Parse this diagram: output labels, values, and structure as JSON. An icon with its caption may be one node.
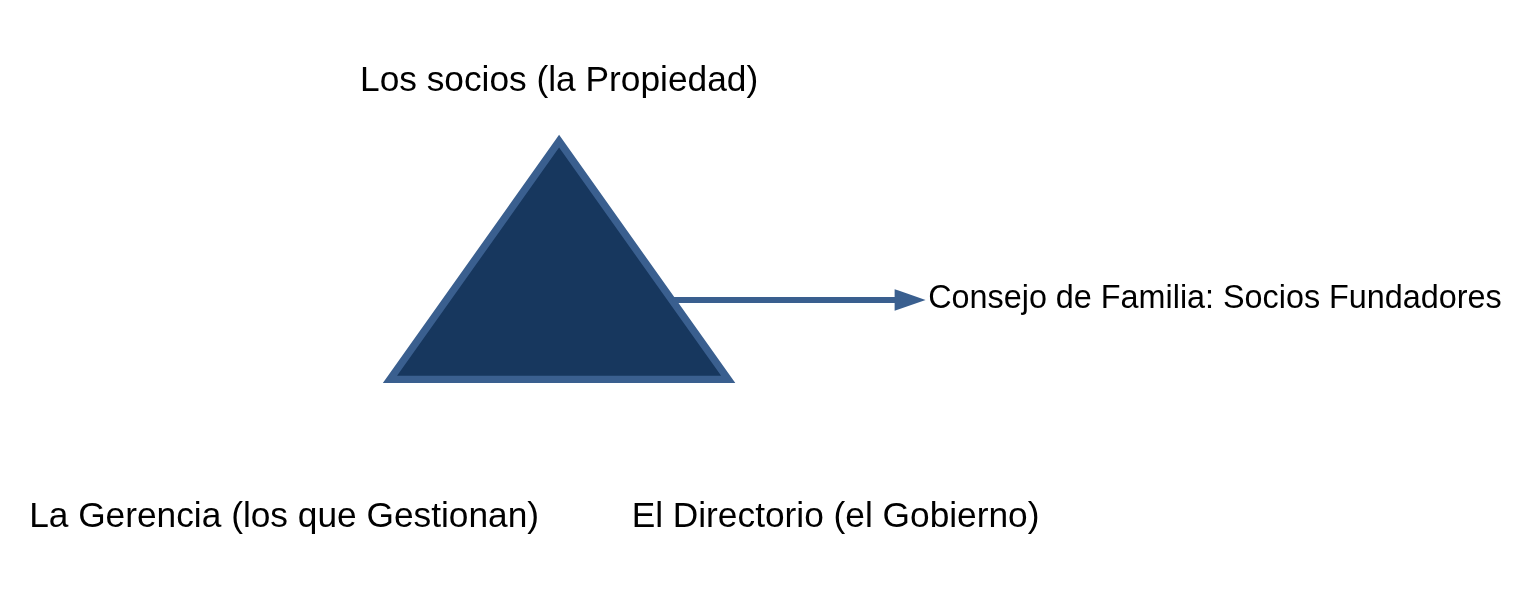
{
  "diagram": {
    "nodes": [
      {
        "text": [],
        "shape": "triangle"
      },
      {
        "text": [
          "Consejo de Familia: Socios Fundadores"
        ]
      }
    ],
    "edges": [
      {
        "from": 0,
        "to": 1,
        "arrow": "to"
      }
    ],
    "labels": [
      "Los socios (la Propiedad)",
      "La Gerencia (los que Gestionan)",
      "El Directorio (el Gobierno)"
    ]
  }
}
